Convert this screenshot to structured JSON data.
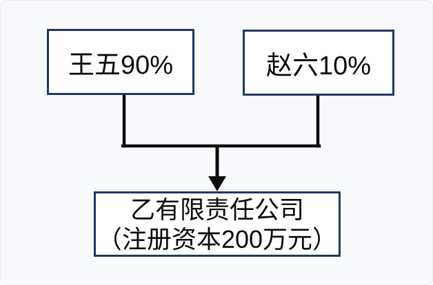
{
  "diagram": {
    "description": "equity-structure-flowchart",
    "shareholders": [
      {
        "label": "王五90%",
        "name": "王五",
        "share": "90%"
      },
      {
        "label": "赵六10%",
        "name": "赵六",
        "share": "10%"
      }
    ],
    "company": {
      "line1": "乙有限责任公司",
      "line2": "（注册资本200万元）",
      "registered_capital": "200万元"
    },
    "relationship": "shareholders-invest-into-company",
    "colors": {
      "box_border": "#1f3864",
      "box_fill": "#ffffff",
      "connector_line": "#0d0d0d",
      "text": "#0a0a0a",
      "background": "#f9fafd"
    }
  }
}
